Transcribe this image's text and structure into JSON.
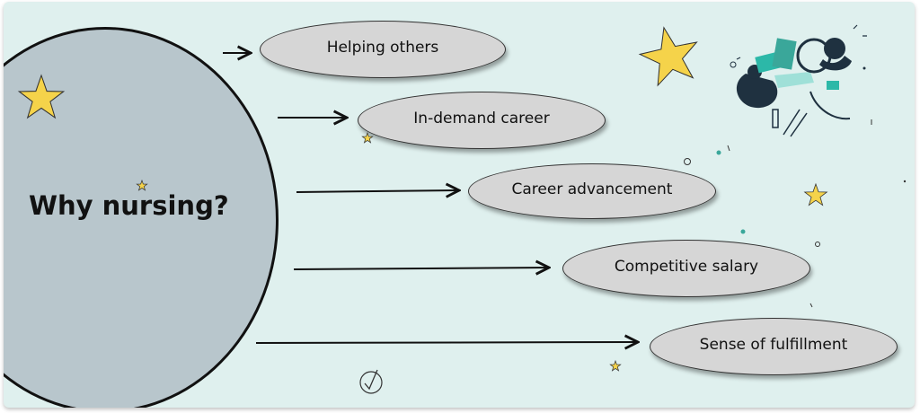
{
  "title": "Why nursing?",
  "reasons": [
    {
      "label": "Helping others"
    },
    {
      "label": "In-demand career"
    },
    {
      "label": "Career advancement"
    },
    {
      "label": "Competitive salary"
    },
    {
      "label": "Sense of fulfillment"
    }
  ],
  "colors": {
    "background": "#dff0ee",
    "circle": "#b8c6cc",
    "pill": "#d6d6d6",
    "star": "#f5d34a",
    "arrow": "#111111"
  },
  "icons": [
    "star-icon",
    "people-illustration",
    "checkmark-icon"
  ]
}
